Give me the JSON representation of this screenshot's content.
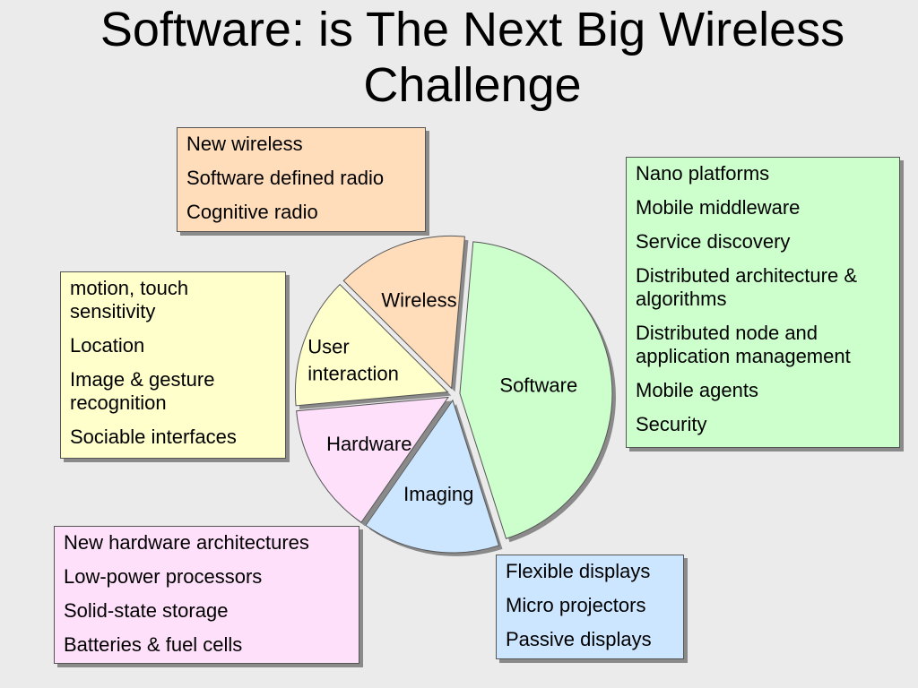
{
  "title": "Software: is The Next Big Wireless Challenge",
  "chart_data": {
    "type": "pie",
    "categories": [
      "Software",
      "Imaging",
      "Hardware",
      "User interaction",
      "Wireless"
    ],
    "values": [
      33,
      11,
      10.5,
      10.5,
      10.5
    ],
    "colors": [
      "#ccffcc",
      "#cce6ff",
      "#ffe0fa",
      "#ffffcc",
      "#ffddbb"
    ],
    "labels": [
      [
        "Software"
      ],
      [
        "Imaging"
      ],
      [
        "Hardware"
      ],
      [
        "User",
        "interaction"
      ],
      [
        "Wireless"
      ]
    ]
  },
  "boxes": {
    "wireless": {
      "color": "#ffddbb",
      "items": [
        "New wireless",
        "Software defined radio",
        "Cognitive radio"
      ]
    },
    "software": {
      "color": "#ccffcc",
      "items": [
        "Nano platforms",
        "Mobile middleware",
        "Service discovery",
        "Distributed architecture & algorithms",
        "Distributed node and application management",
        "Mobile agents",
        "Security"
      ]
    },
    "user": {
      "color": "#ffffcc",
      "items": [
        "motion, touch sensitivity",
        "Location",
        "Image & gesture recognition",
        "Sociable interfaces"
      ]
    },
    "hardware": {
      "color": "#ffe0fa",
      "items": [
        "New hardware architectures",
        "Low-power processors",
        "Solid-state storage",
        "Batteries & fuel cells"
      ]
    },
    "imaging": {
      "color": "#cce6ff",
      "items": [
        "Flexible displays",
        "Micro projectors",
        "Passive displays"
      ]
    }
  }
}
